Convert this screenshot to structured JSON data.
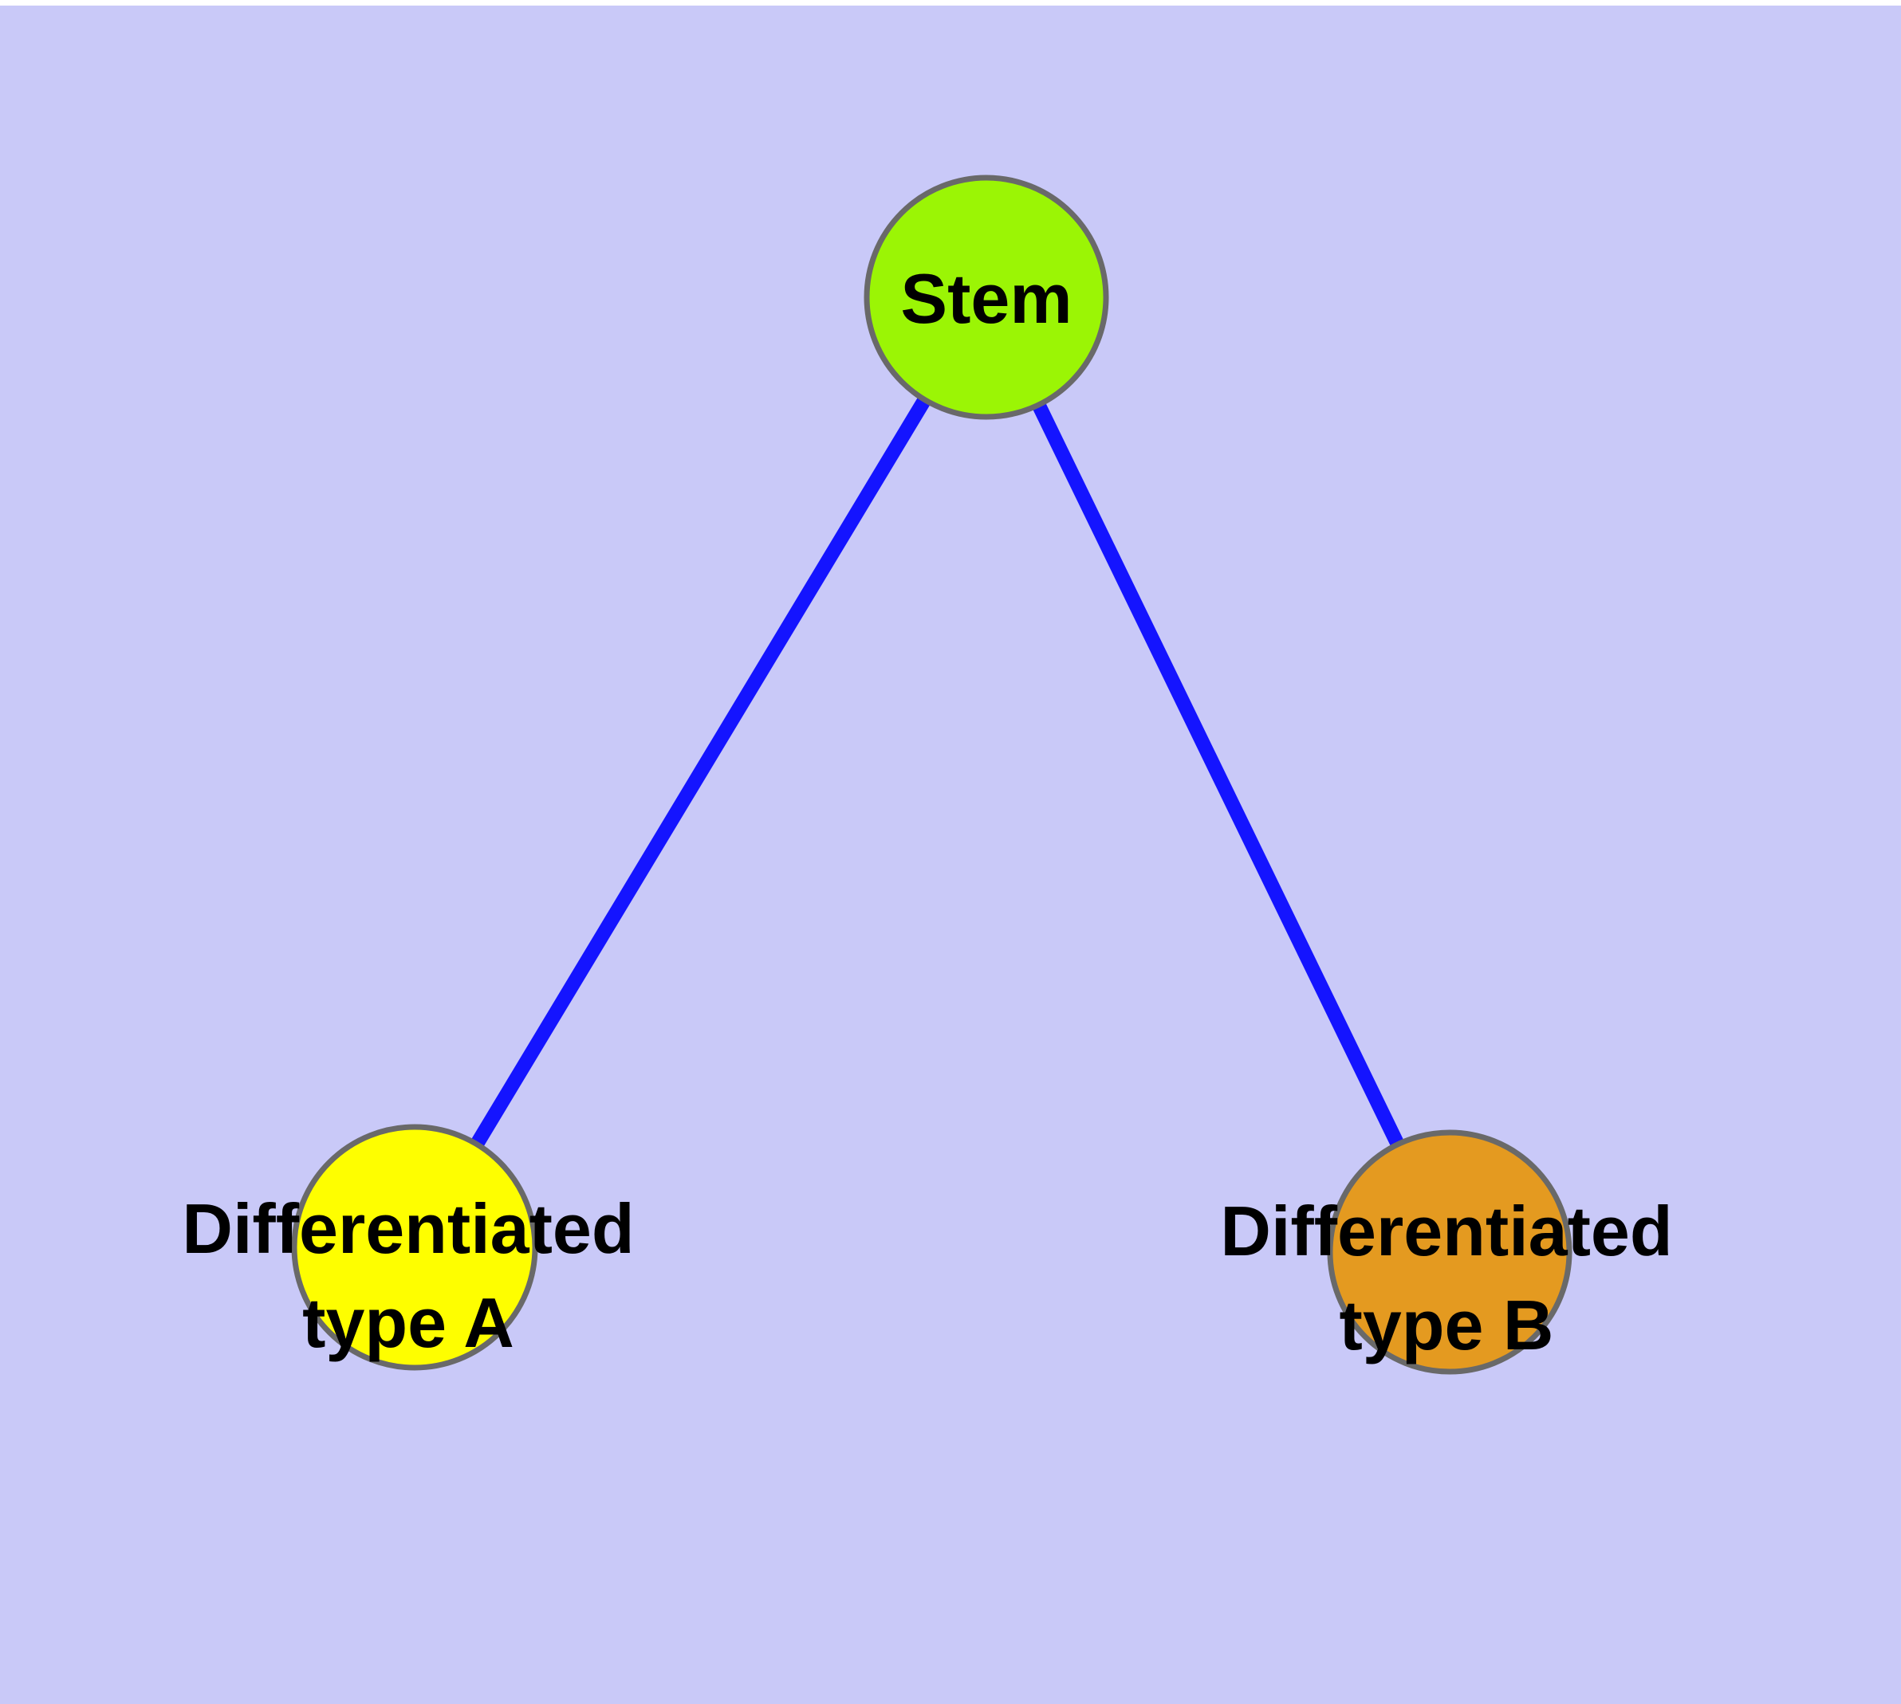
{
  "diagram": {
    "type": "graph",
    "background_color": "#c9c9f8",
    "margin_color": "#ffffff",
    "text_color": "#000000",
    "edge_color": "#1414ff",
    "node_border_color": "#696969",
    "nodes": [
      {
        "id": "stem",
        "label": "Stem",
        "fill": "#9bf505"
      },
      {
        "id": "type-a",
        "label": "Differentiated\ntype A",
        "fill": "#fefe00"
      },
      {
        "id": "type-b",
        "label": "Differentiated\ntype B",
        "fill": "#e49a20"
      }
    ],
    "edges": [
      {
        "from": "Stem",
        "to": "Differentiated type A"
      },
      {
        "from": "Stem",
        "to": "Differentiated type B"
      }
    ]
  }
}
